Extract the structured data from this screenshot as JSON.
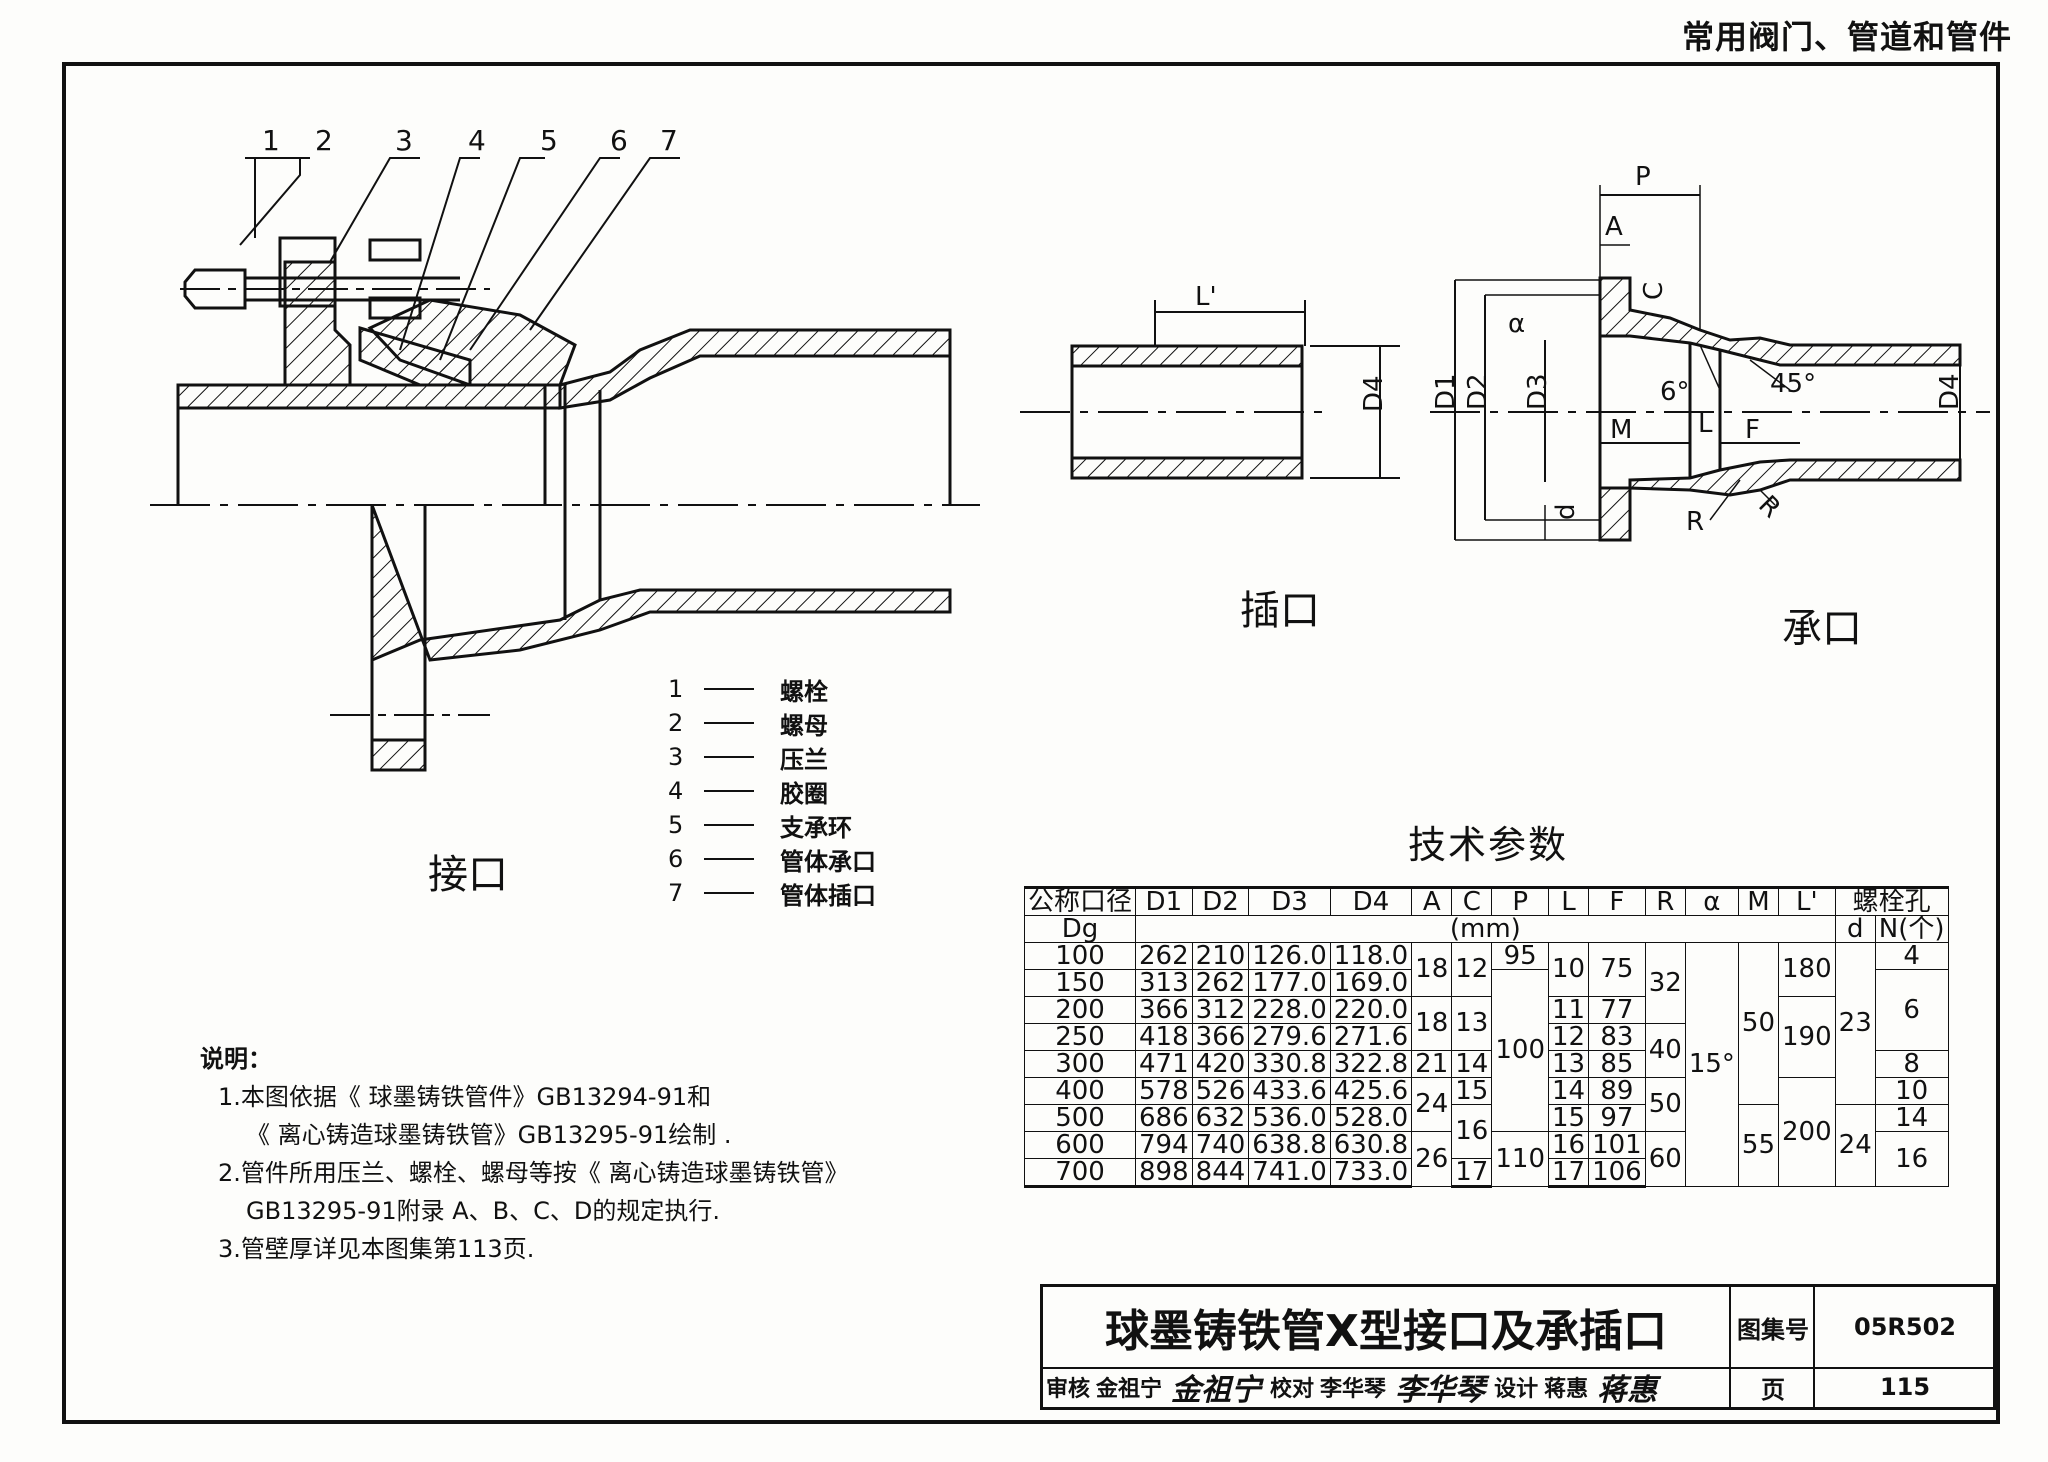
{
  "header": {
    "title": "常用阀门、管道和管件"
  },
  "views": {
    "joint_label": "接口",
    "spigot_label": "插口",
    "socket_label": "承口"
  },
  "callouts": [
    "1",
    "2",
    "3",
    "4",
    "5",
    "6",
    "7"
  ],
  "spigot_dims": {
    "L": "L'",
    "D4": "D4"
  },
  "socket_dims": {
    "P": "P",
    "A": "A",
    "C": "C",
    "alpha": "α",
    "D1": "D1",
    "D2": "D2",
    "D3": "D3",
    "D4": "D4",
    "angle6": "6°",
    "angle45": "45°",
    "M": "M",
    "L": "L",
    "F": "F",
    "d": "d",
    "R1": "R",
    "R2": "R"
  },
  "legend": [
    {
      "num": "1",
      "text": "螺栓"
    },
    {
      "num": "2",
      "text": "螺母"
    },
    {
      "num": "3",
      "text": "压兰"
    },
    {
      "num": "4",
      "text": "胶圈"
    },
    {
      "num": "5",
      "text": "支承环"
    },
    {
      "num": "6",
      "text": "管体承口"
    },
    {
      "num": "7",
      "text": "管体插口"
    }
  ],
  "notes": {
    "heading": "说明：",
    "items": [
      "1.本图依据《 球墨铸铁管件》GB13294-91和",
      "《 离心铸造球墨铸铁管》GB13295-91绘制  .",
      "2.管件所用压兰、螺栓、螺母等按《 离心铸造球墨铸铁管》",
      "GB13295-91附录  A、B、C、D的规定执行.",
      "3.管壁厚详见本图集第113页."
    ]
  },
  "table": {
    "title": "技术参数",
    "headers": [
      "公称口径",
      "D1",
      "D2",
      "D3",
      "D4",
      "A",
      "C",
      "P",
      "L",
      "F",
      "R",
      "α",
      "M",
      "L'",
      "螺栓孔"
    ],
    "dg": "Dg",
    "unit": "(mm)",
    "bolt_sub": [
      "d",
      "N(个)"
    ],
    "rows": [
      {
        "dg": "100",
        "d1": "262",
        "d2": "210",
        "d3": "126.0",
        "d4": "118.0"
      },
      {
        "dg": "150",
        "d1": "313",
        "d2": "262",
        "d3": "177.0",
        "d4": "169.0"
      },
      {
        "dg": "200",
        "d1": "366",
        "d2": "312",
        "d3": "228.0",
        "d4": "220.0"
      },
      {
        "dg": "250",
        "d1": "418",
        "d2": "366",
        "d3": "279.6",
        "d4": "271.6"
      },
      {
        "dg": "300",
        "d1": "471",
        "d2": "420",
        "d3": "330.8",
        "d4": "322.8"
      },
      {
        "dg": "400",
        "d1": "578",
        "d2": "526",
        "d3": "433.6",
        "d4": "425.6"
      },
      {
        "dg": "500",
        "d1": "686",
        "d2": "632",
        "d3": "536.0",
        "d4": "528.0"
      },
      {
        "dg": "600",
        "d1": "794",
        "d2": "740",
        "d3": "638.8",
        "d4": "630.8"
      },
      {
        "dg": "700",
        "d1": "898",
        "d2": "844",
        "d3": "741.0",
        "d4": "733.0"
      }
    ],
    "A": [
      "18",
      "21",
      "24",
      "26"
    ],
    "C": [
      "12",
      "13",
      "14",
      "15",
      "16",
      "17"
    ],
    "P": [
      "95",
      "100",
      "110"
    ],
    "L": [
      "10",
      "11",
      "12",
      "13",
      "14",
      "15",
      "16",
      "17"
    ],
    "F": [
      "75",
      "77",
      "83",
      "85",
      "89",
      "97",
      "101",
      "106"
    ],
    "R": [
      "32",
      "40",
      "50",
      "60"
    ],
    "alpha": "15°",
    "M": [
      "50",
      "55"
    ],
    "Lp": [
      "180",
      "190",
      "200"
    ],
    "d": [
      "23",
      "24"
    ],
    "N": [
      "4",
      "6",
      "8",
      "10",
      "14",
      "16"
    ]
  },
  "titleblock": {
    "title": "球墨铸铁管X型接口及承插口",
    "atlas_label": "图集号",
    "atlas_no": "05R502",
    "page_label": "页",
    "page_no": "115",
    "review_label": "审核",
    "reviewer": "金祖宁",
    "review_sig": "金祖宁",
    "check_label": "校对",
    "checker": "李华琴",
    "check_sig": "李华琴",
    "design_label": "设计",
    "designer": "蒋惠",
    "design_sig": "蒋惠"
  }
}
